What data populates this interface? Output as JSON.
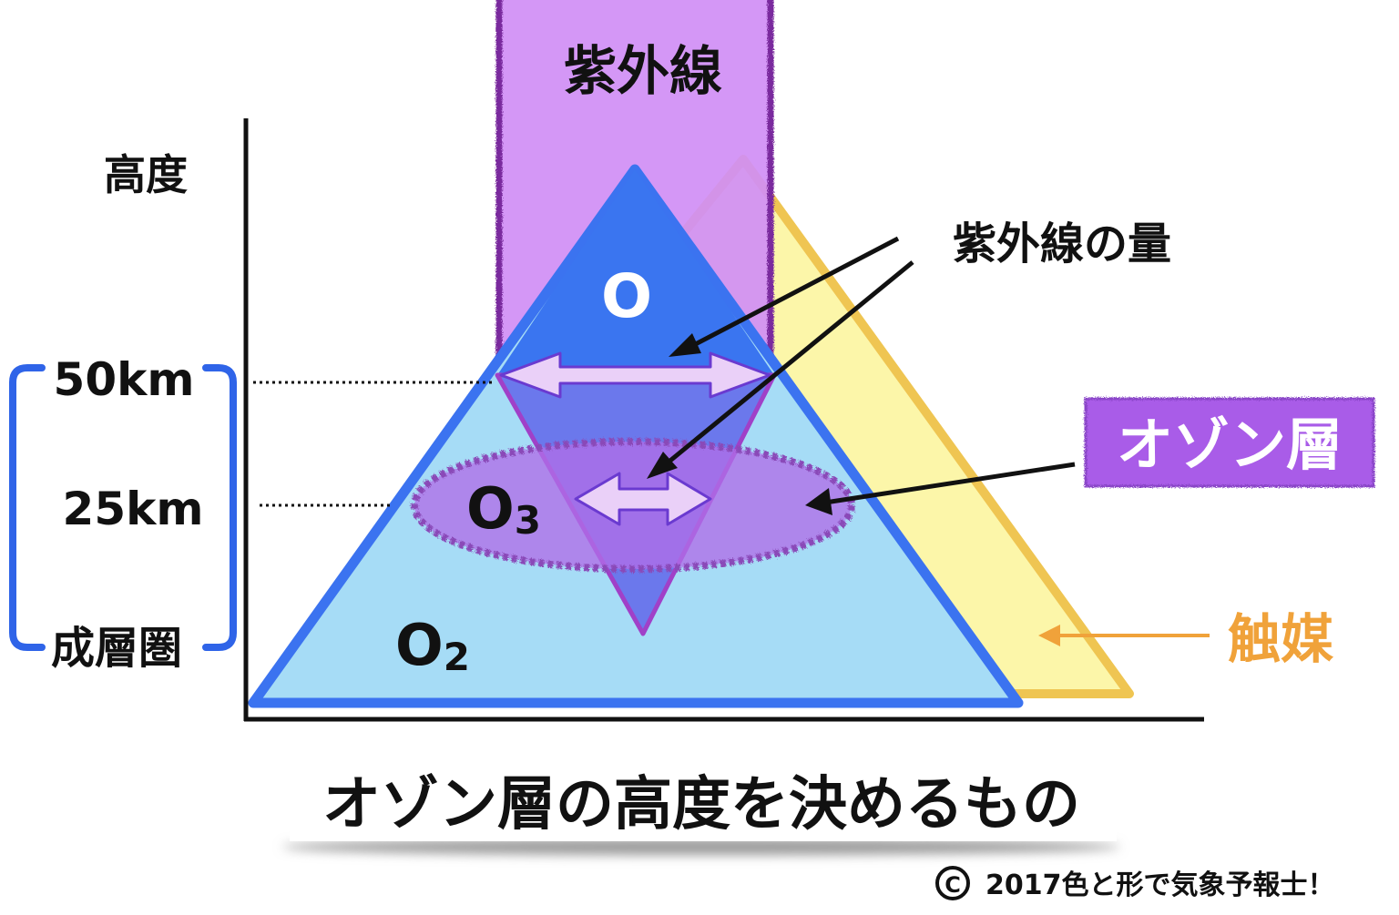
{
  "diagram": {
    "uv_label": "紫外線",
    "altitude_label": "高度",
    "uv_amount_label": "紫外線の量",
    "ozone_layer_label": "オゾン層",
    "catalyst_label": "触媒",
    "altitude_50": "50km",
    "altitude_25": "25km",
    "stratosphere_label": "成層圏",
    "atomic_oxygen": "O",
    "ozone_symbol": "O",
    "ozone_subscript": "3",
    "oxygen_symbol": "O",
    "oxygen_subscript": "2",
    "title": "オゾン層の高度を決めるもの",
    "copyright_symbol": "C",
    "copyright_text": "2017色と形で気象予報士！"
  },
  "colors": {
    "uv_band": "#d08ef5",
    "uv_band_border": "#7a2a9e",
    "pyramid_outer": "#a6dcf6",
    "pyramid_border": "#3b73f0",
    "pyramid_inner": "#3a75f0",
    "catalyst_triangle": "#fbf59a",
    "catalyst_border": "#efc552",
    "ozone_ellipse": "#b06ee8",
    "ozone_badge": "#a95ce8",
    "arrow_fill": "#ead0f8",
    "catalyst_arrow": "#f0a23a",
    "bracket": "#2f64e8",
    "text": "#111111"
  }
}
